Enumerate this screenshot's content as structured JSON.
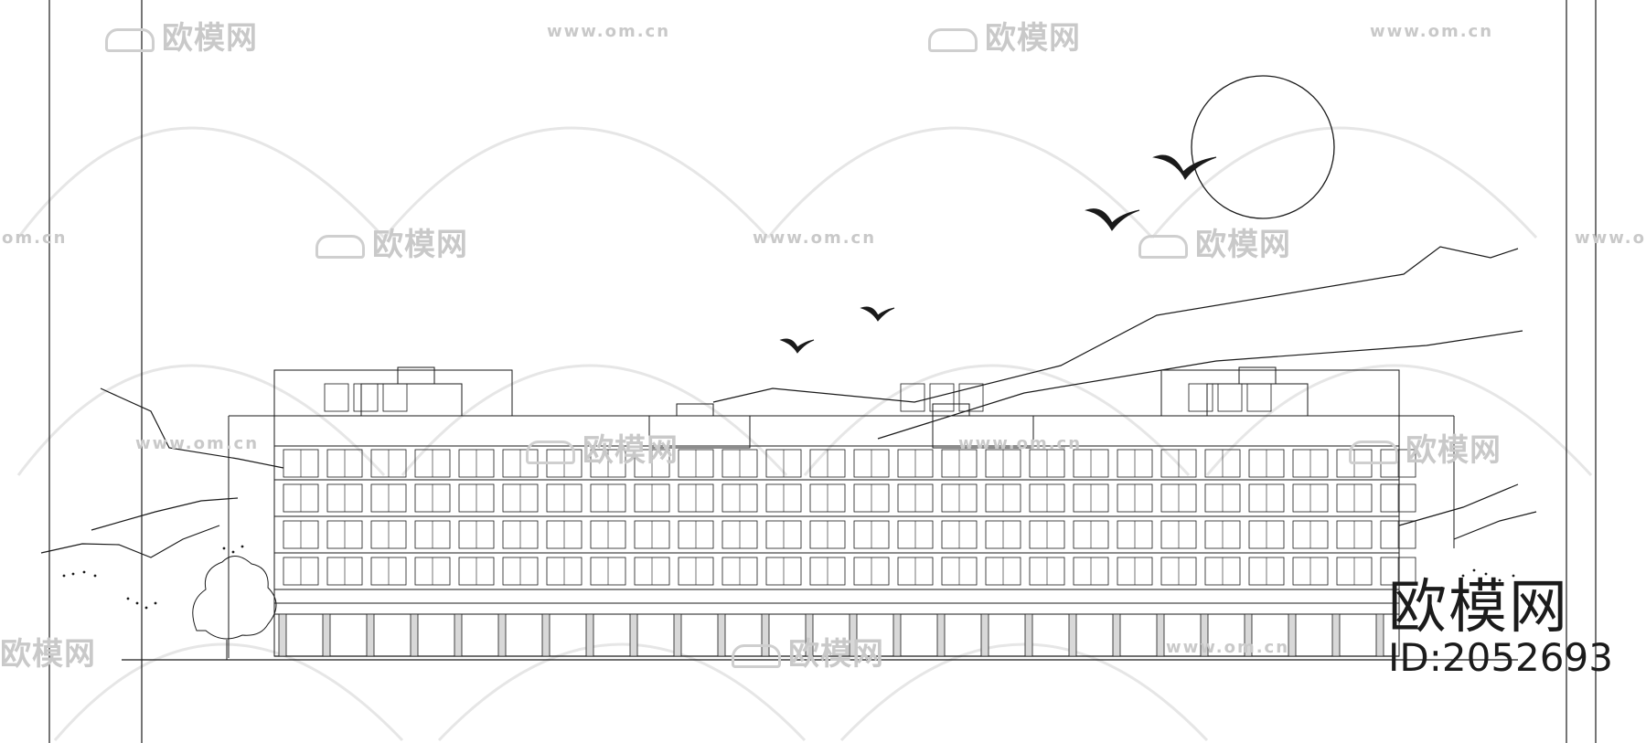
{
  "watermarks": [
    {
      "type": "logo",
      "text": "欧模网"
    },
    {
      "type": "url",
      "text": "www.om.cn"
    },
    {
      "type": "logo",
      "text": "欧模网"
    },
    {
      "type": "url",
      "text": "www.om.cn"
    },
    {
      "type": "url",
      "text": "om.cn"
    },
    {
      "type": "logo",
      "text": "欧模网"
    },
    {
      "type": "url",
      "text": "www.om.cn"
    },
    {
      "type": "logo",
      "text": "欧模网"
    },
    {
      "type": "url",
      "text": "www.om.cn"
    },
    {
      "type": "url",
      "text": "www.om.cn"
    },
    {
      "type": "logo",
      "text": "欧模网"
    },
    {
      "type": "url",
      "text": "www.om.cn"
    },
    {
      "type": "logo",
      "text": "欧模网"
    },
    {
      "type": "logo",
      "text": "欧模网"
    },
    {
      "type": "logo",
      "text": "欧模网"
    },
    {
      "type": "url",
      "text": "www.om.cn"
    }
  ],
  "stamp": {
    "brand": "欧模网",
    "id": "ID:2052693"
  },
  "drawing": {
    "elements": [
      "sun-circle",
      "bird",
      "mountain-ridge",
      "building-elevation",
      "tree",
      "shrub"
    ],
    "stroke_color": "#1a1a1a",
    "background": "#ffffff",
    "watermark_color": "#c9c9c9"
  }
}
